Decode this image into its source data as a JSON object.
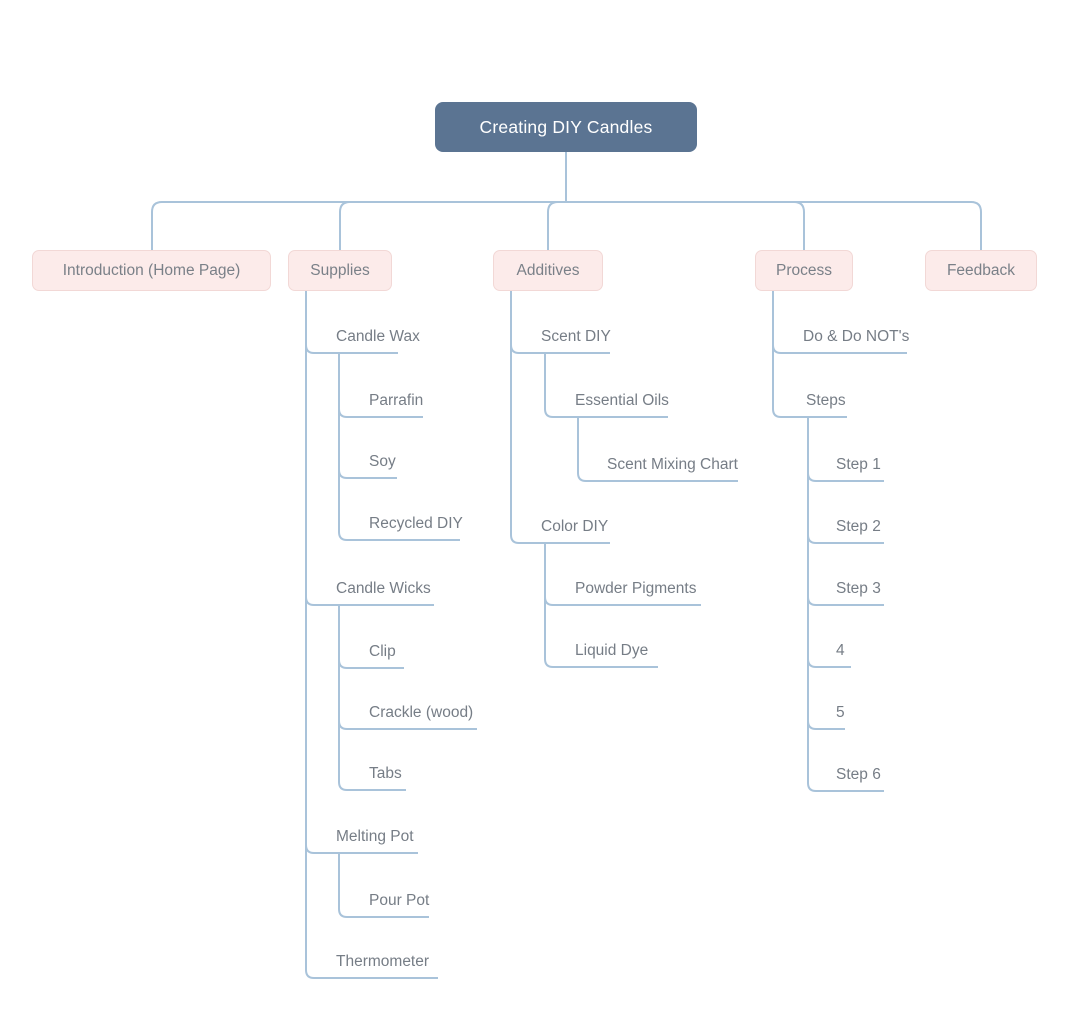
{
  "tree": {
    "root": {
      "label": "Creating DIY Candles"
    },
    "branches": [
      {
        "label": "Introduction (Home Page)"
      },
      {
        "label": "Supplies",
        "children": [
          {
            "label": "Candle Wax",
            "children": [
              {
                "label": "Parrafin"
              },
              {
                "label": "Soy"
              },
              {
                "label": "Recycled DIY"
              }
            ]
          },
          {
            "label": "Candle Wicks",
            "children": [
              {
                "label": "Clip"
              },
              {
                "label": "Crackle (wood)"
              },
              {
                "label": "Tabs"
              }
            ]
          },
          {
            "label": "Melting Pot",
            "children": [
              {
                "label": "Pour Pot"
              }
            ]
          },
          {
            "label": "Thermometer"
          }
        ]
      },
      {
        "label": "Additives",
        "children": [
          {
            "label": "Scent DIY",
            "children": [
              {
                "label": "Essential Oils",
                "children": [
                  {
                    "label": "Scent Mixing Chart"
                  }
                ]
              }
            ]
          },
          {
            "label": "Color DIY",
            "children": [
              {
                "label": "Powder Pigments"
              },
              {
                "label": "Liquid Dye"
              }
            ]
          }
        ]
      },
      {
        "label": "Process",
        "children": [
          {
            "label": "Do & Do NOT's"
          },
          {
            "label": "Steps",
            "children": [
              {
                "label": "Step 1"
              },
              {
                "label": "Step 2"
              },
              {
                "label": "Step 3"
              },
              {
                "label": "4"
              },
              {
                "label": "5"
              },
              {
                "label": "Step 6"
              }
            ]
          }
        ]
      },
      {
        "label": "Feedback"
      }
    ]
  },
  "colors": {
    "root_fill": "#5b7492",
    "root_text": "#ffffff",
    "branch_fill": "#fcebea",
    "branch_border": "#f2d8d6",
    "branch_text": "#7a8088",
    "label_text": "#767d86",
    "connector": "#a9c3da",
    "canvas": "#ffffff"
  }
}
